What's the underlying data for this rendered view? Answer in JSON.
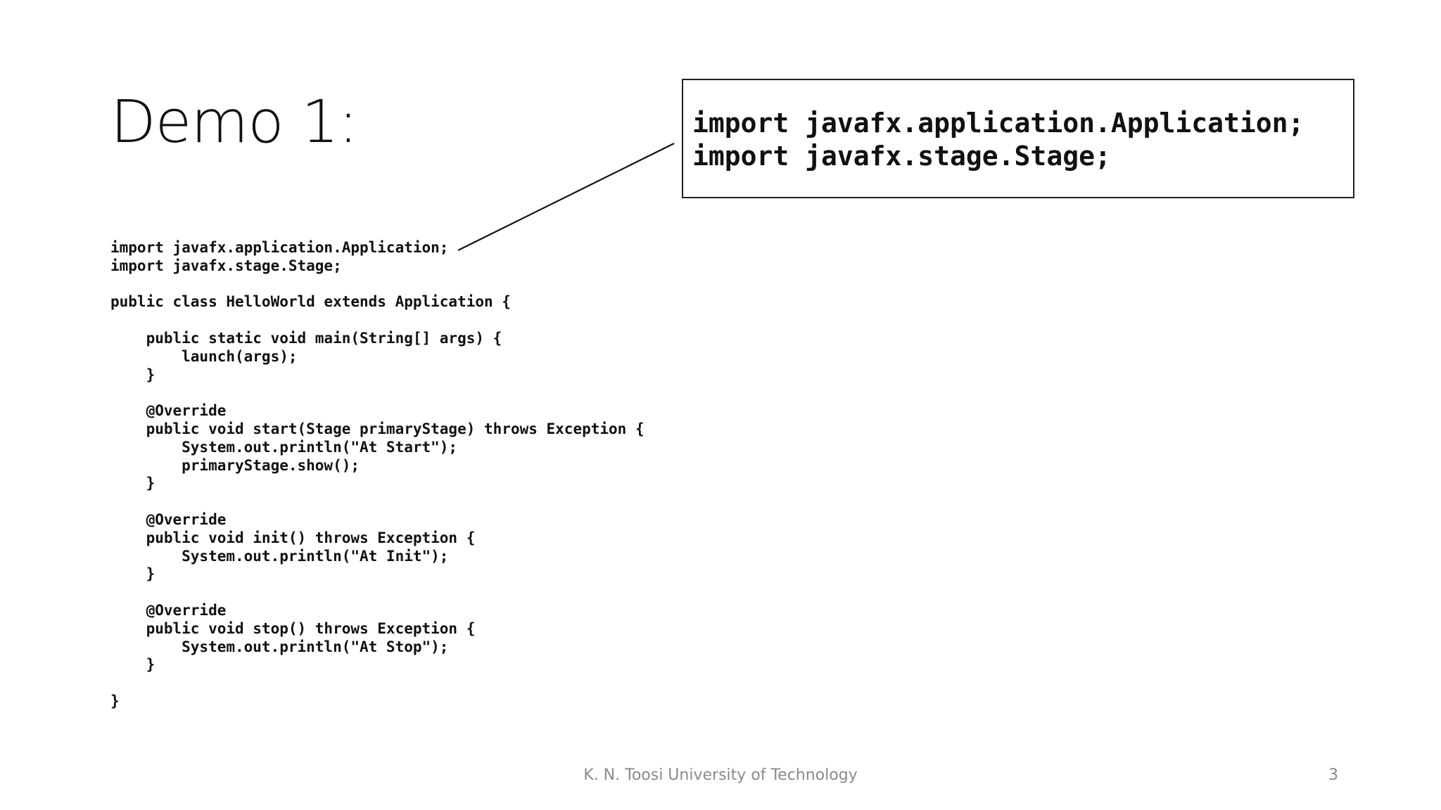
{
  "slide": {
    "title": "Demo 1:",
    "code_lines": [
      "import javafx.application.Application;",
      "import javafx.stage.Stage;",
      "",
      "public class HelloWorld extends Application {",
      "",
      "    public static void main(String[] args) {",
      "        launch(args);",
      "    }",
      "",
      "    @Override",
      "    public void start(Stage primaryStage) throws Exception {",
      "        System.out.println(\"At Start\");",
      "        primaryStage.show();",
      "    }",
      "",
      "    @Override",
      "    public void init() throws Exception {",
      "        System.out.println(\"At Init\");",
      "    }",
      "",
      "    @Override",
      "    public void stop() throws Exception {",
      "        System.out.println(\"At Stop\");",
      "    }",
      "",
      "}"
    ],
    "callout_lines": [
      "import javafx.application.Application;",
      "import javafx.stage.Stage;"
    ]
  },
  "footer": {
    "text": "K. N. Toosi University of Technology",
    "page_number": "3"
  }
}
